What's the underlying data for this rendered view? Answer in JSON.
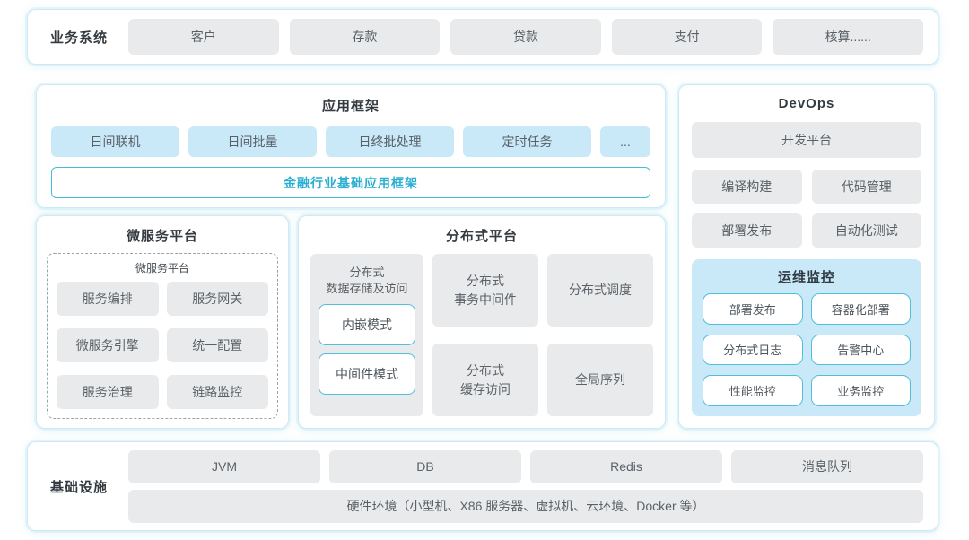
{
  "colors": {
    "container_border": "#cdeaf4",
    "chip_gray": "#e9eaec",
    "chip_blue": "#c9e8f8",
    "accent_teal_border": "#45bcd7",
    "accent_teal_text": "#2aaed2",
    "title_text": "#333a40",
    "chip_text": "#5a6166"
  },
  "business_bar": {
    "label": "业务系统",
    "items": [
      "客户",
      "存款",
      "贷款",
      "支付",
      "核算......"
    ]
  },
  "app_framework": {
    "title": "应用框架",
    "tabs": [
      "日间联机",
      "日间批量",
      "日终批处理",
      "定时任务",
      "..."
    ],
    "base": "金融行业基础应用框架"
  },
  "micro_platform": {
    "title": "微服务平台",
    "inner_title": "微服务平台",
    "items": [
      "服务编排",
      "服务网关",
      "微服务引擎",
      "统一配置",
      "服务治理",
      "链路监控"
    ]
  },
  "dist_platform": {
    "title": "分布式平台",
    "storage": {
      "title": "分布式\n数据存储及访问",
      "modes": [
        "内嵌模式",
        "中间件模式"
      ]
    },
    "cells": {
      "transaction": "分布式\n事务中间件",
      "scheduling": "分布式调度",
      "cache": "分布式\n缓存访问",
      "sequence": "全局序列"
    }
  },
  "devops": {
    "title": "DevOps",
    "platform": "开发平台",
    "items": [
      "编译构建",
      "代码管理",
      "部署发布",
      "自动化测试"
    ],
    "ops": {
      "title": "运维监控",
      "items": [
        "部署发布",
        "容器化部署",
        "分布式日志",
        "告警中心",
        "性能监控",
        "业务监控"
      ]
    }
  },
  "infrastructure": {
    "label": "基础设施",
    "items": [
      "JVM",
      "DB",
      "Redis",
      "消息队列"
    ],
    "hardware": "硬件环境（小型机、X86 服务器、虚拟机、云环境、Docker 等）"
  }
}
